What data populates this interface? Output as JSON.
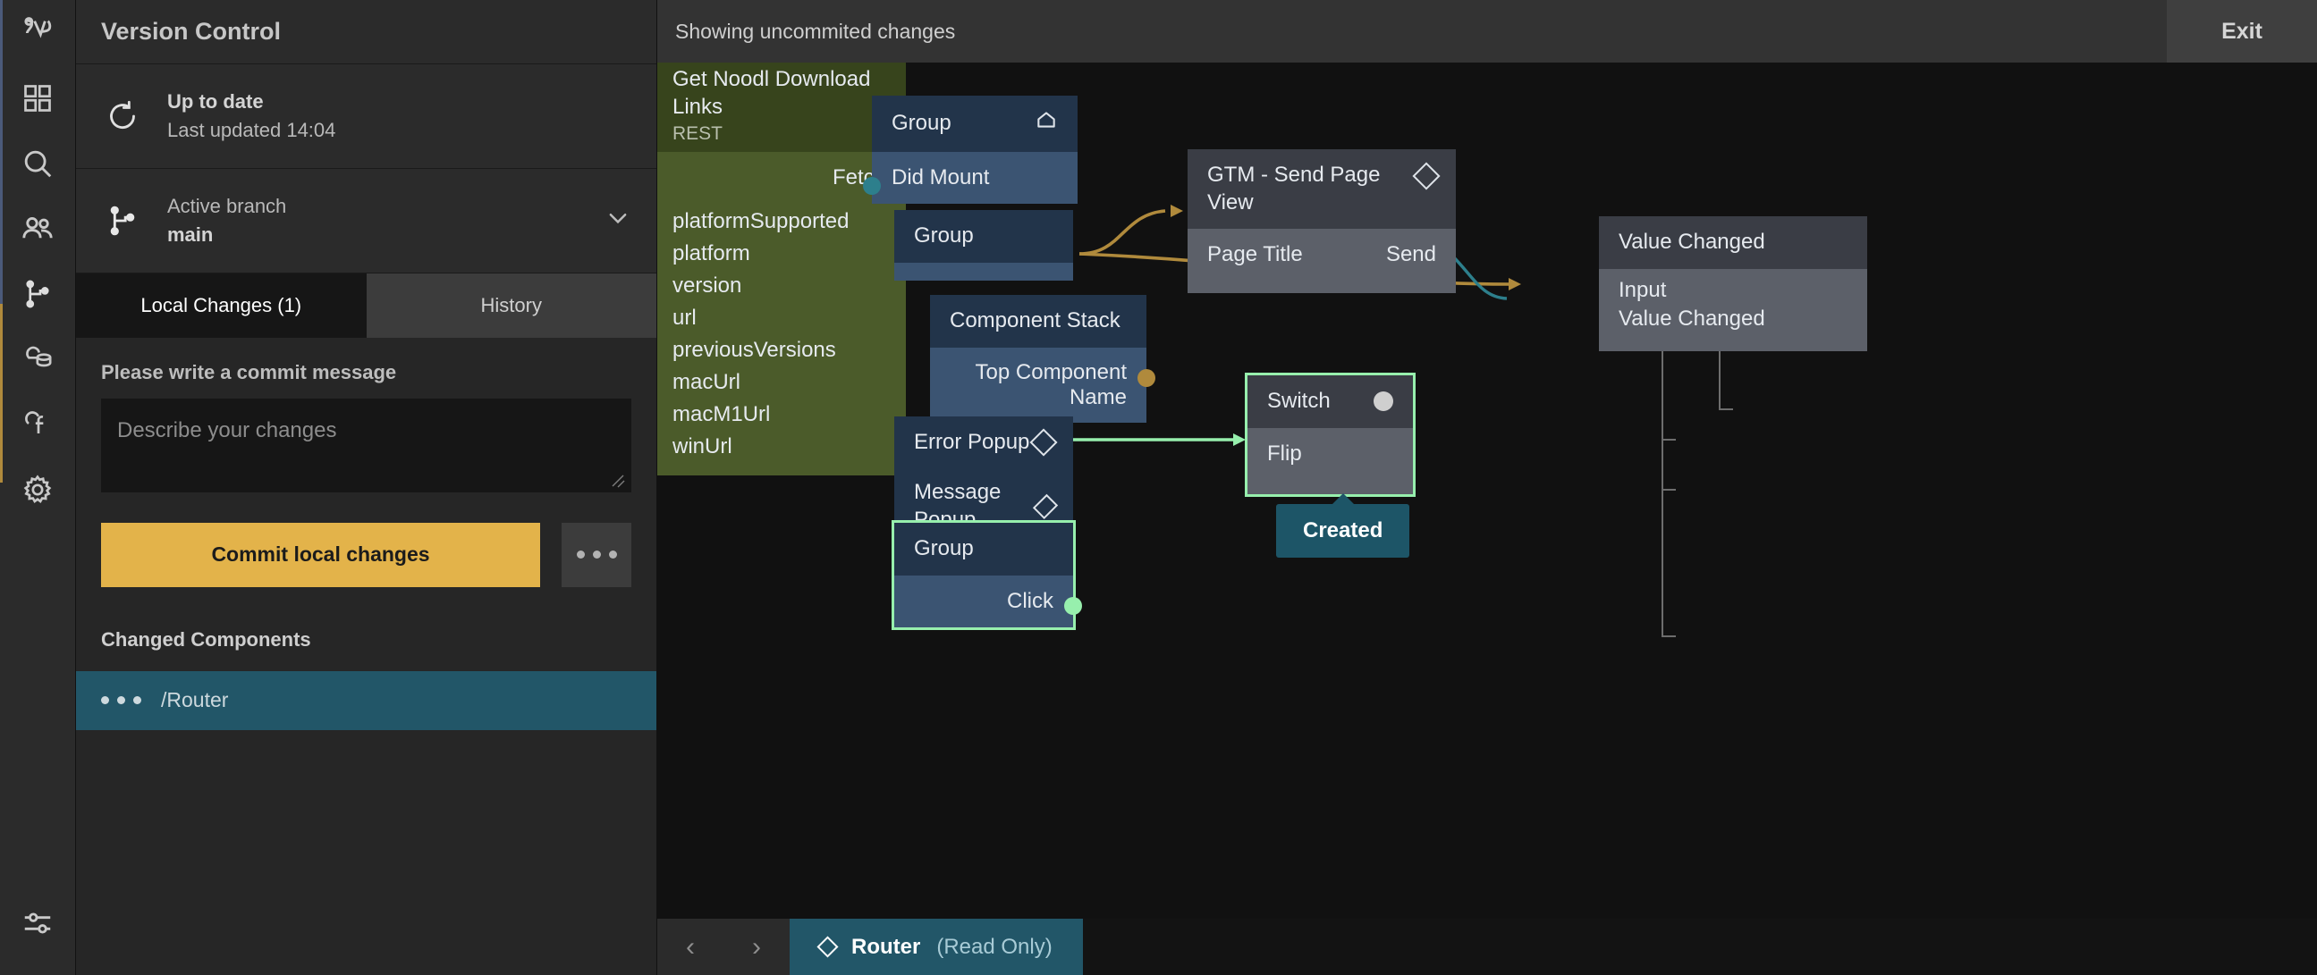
{
  "rail": {
    "items": [
      {
        "name": "noodl-logo-icon",
        "label": "Noodl"
      },
      {
        "name": "components-grid-icon",
        "label": "Components"
      },
      {
        "name": "search-icon",
        "label": "Search"
      },
      {
        "name": "users-icon",
        "label": "Users"
      },
      {
        "name": "branch-icon",
        "label": "Version Control"
      },
      {
        "name": "cloud-data-icon",
        "label": "Cloud Data"
      },
      {
        "name": "cloud-functions-icon",
        "label": "Cloud Functions"
      },
      {
        "name": "gear-icon",
        "label": "Settings"
      },
      {
        "name": "sliders-icon",
        "label": "Editor Settings"
      }
    ]
  },
  "version_control": {
    "title": "Version Control",
    "sync": {
      "icon": "refresh-icon",
      "primary": "Up to date",
      "secondary": "Last updated 14:04"
    },
    "branch": {
      "icon": "branch-icon",
      "label": "Active branch",
      "value": "main",
      "chevron": "chevron-down-icon"
    },
    "tabs": [
      {
        "label": "Local Changes (1)",
        "active": true
      },
      {
        "label": "History",
        "active": false
      }
    ],
    "commit": {
      "label": "Please write a commit message",
      "placeholder": "Describe your changes",
      "value": "",
      "button_label": "Commit local changes",
      "more_label": "more-options"
    },
    "changed": {
      "header": "Changed Components",
      "items": [
        {
          "label": "/Router",
          "selected": true
        }
      ]
    }
  },
  "topbar": {
    "status": "Showing uncommited changes",
    "exit_label": "Exit"
  },
  "bottombar": {
    "prev": "‹",
    "next": "›",
    "tab": {
      "icon": "diamond-icon",
      "title": "Router",
      "state": "(Read Only)"
    }
  },
  "canvas": {
    "nodes": [
      {
        "id": "rest",
        "kind": "rest",
        "title": "Get Noodl Download Links",
        "subtitle": "REST",
        "ports_right": [
          "Fetch"
        ],
        "ports_left": [
          "platformSupported",
          "platform",
          "version",
          "url",
          "previousVersions",
          "macUrl",
          "macM1Url",
          "winUrl"
        ]
      },
      {
        "id": "group-root",
        "kind": "visual",
        "title": "Group",
        "badge": "home-icon",
        "ports_left": [
          "Did Mount"
        ]
      },
      {
        "id": "group-2",
        "kind": "visual",
        "title": "Group"
      },
      {
        "id": "component-stack",
        "kind": "visual",
        "title": "Component Stack",
        "ports_right": [
          "Top Component Name"
        ]
      },
      {
        "id": "error-popup",
        "kind": "visual",
        "title": "Error Popup",
        "badge": "diamond-icon"
      },
      {
        "id": "message-popup",
        "kind": "visual",
        "title": "Message Popup",
        "badge": "diamond-icon"
      },
      {
        "id": "group-click",
        "kind": "visual",
        "title": "Group",
        "selected": true,
        "ports_right": [
          "Click"
        ]
      },
      {
        "id": "gtm",
        "kind": "logic",
        "title": "GTM - Send Page View",
        "badge": "diamond-icon",
        "ports_left": [
          "Page Title"
        ],
        "ports_right": [
          "Send"
        ]
      },
      {
        "id": "value-changed",
        "kind": "logic",
        "title": "Value Changed",
        "ports_left": [
          "Input",
          "Value Changed"
        ]
      },
      {
        "id": "switch",
        "kind": "logic",
        "title": "Switch",
        "badge": "circle-icon",
        "selected": true,
        "ports_left": [
          "Flip"
        ],
        "badge_below": "Created"
      }
    ],
    "colors": {
      "signal_teal": "#2d7f8c",
      "data_gold": "#b08a3c",
      "selection_green": "#97efad",
      "visual_header": "#22344a",
      "visual_body": "#3b5472",
      "logic_header": "#3a3d45",
      "logic_body": "#5c6069",
      "rest_header": "#37441c",
      "rest_body": "#4b5b2a",
      "accent_yellow": "#e3b34a",
      "accent_teal": "#225668"
    }
  }
}
